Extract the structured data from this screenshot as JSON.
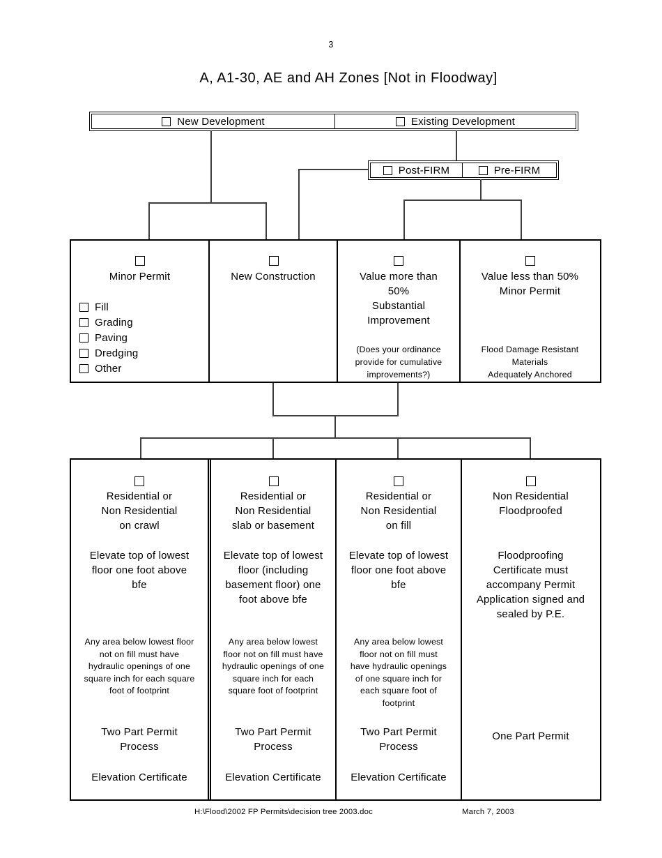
{
  "page": {
    "number": "3",
    "title": "A, A1-30, AE and AH Zones [Not in Floodway]"
  },
  "top_row": {
    "new_development": "New Development",
    "existing_development": "Existing Development"
  },
  "firm_row": {
    "post_firm": "Post-FIRM",
    "pre_firm": "Pre-FIRM"
  },
  "middle_cells": {
    "minor_permit": {
      "title": "Minor Permit",
      "items": [
        "Fill",
        "Grading",
        "Paving",
        "Dredging",
        "Other"
      ]
    },
    "new_construction": {
      "title": "New Construction"
    },
    "value_more": {
      "title": "Value more than\n50%\nSubstantial\nImprovement",
      "note": "(Does your ordinance\nprovide for cumulative\nimprovements?)"
    },
    "value_less": {
      "title": "Value less than 50%\nMinor Permit",
      "note": "Flood Damage Resistant\nMaterials\nAdequately Anchored"
    }
  },
  "bottom_cells": {
    "crawl": {
      "title": "Residential or\nNon Residential\non crawl",
      "requirement": "Elevate top of lowest\nfloor one foot above\nbfe",
      "fine_print": "Any area below lowest floor\nnot on fill must have\nhydraulic openings of one\nsquare inch for each square\nfoot of footprint",
      "process": "Two Part Permit\nProcess",
      "certificate": "Elevation Certificate"
    },
    "slab": {
      "title": "Residential or\nNon Residential\nslab or basement",
      "requirement": "Elevate top of lowest\nfloor (including\nbasement floor) one\nfoot above bfe",
      "fine_print": "Any area below lowest\nfloor not on fill must have\nhydraulic openings of one\nsquare inch for each\nsquare foot of footprint",
      "process": "Two Part Permit\nProcess",
      "certificate": "Elevation Certificate"
    },
    "fill": {
      "title": "Residential or\nNon Residential\non fill",
      "requirement": "Elevate top of lowest\nfloor one foot above\nbfe",
      "fine_print": "Any area below lowest\nfloor not on fill must\nhave hydraulic openings\nof one square inch for\neach square foot of\nfootprint",
      "process": "Two Part Permit\nProcess",
      "certificate": "Elevation Certificate"
    },
    "floodproofed": {
      "title": "Non Residential\nFloodproofed",
      "requirement": "Floodproofing\nCertificate must\naccompany Permit\nApplication signed and\nsealed by P.E.",
      "process": "One Part Permit"
    }
  },
  "footer": {
    "file_path": "H:\\Flood\\2002 FP Permits\\decision tree 2003.doc",
    "date": "March 7, 2003"
  }
}
